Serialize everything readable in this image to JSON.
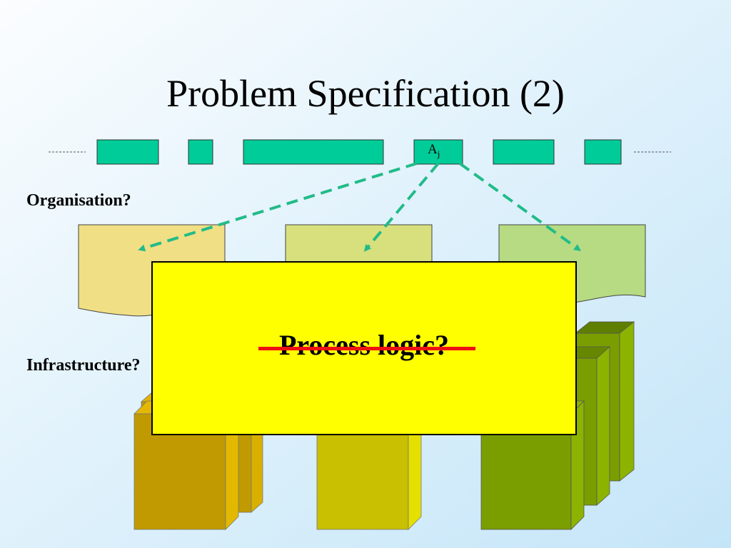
{
  "slide": {
    "title": "Problem Specification (2)",
    "organisation_label": "Organisation?",
    "infrastructure_label": "Infrastructure?",
    "activity_label": "A",
    "activity_subscript": "j",
    "overlay_text": "Process logic?"
  },
  "colors": {
    "background_top": "#d8f0fc",
    "background_bottom": "#c6e6fa",
    "activity_box": "#00cc99",
    "dashed_arrow": "#22bb88",
    "doc_1": "#f0df84",
    "doc_2": "#d7e07c",
    "doc_3": "#b6db83",
    "server_1": "#c09a00",
    "server_2": "#c8c000",
    "server_3": "#7a9e00",
    "overlay_fill": "#ffff00",
    "strike": "#ee1111"
  }
}
